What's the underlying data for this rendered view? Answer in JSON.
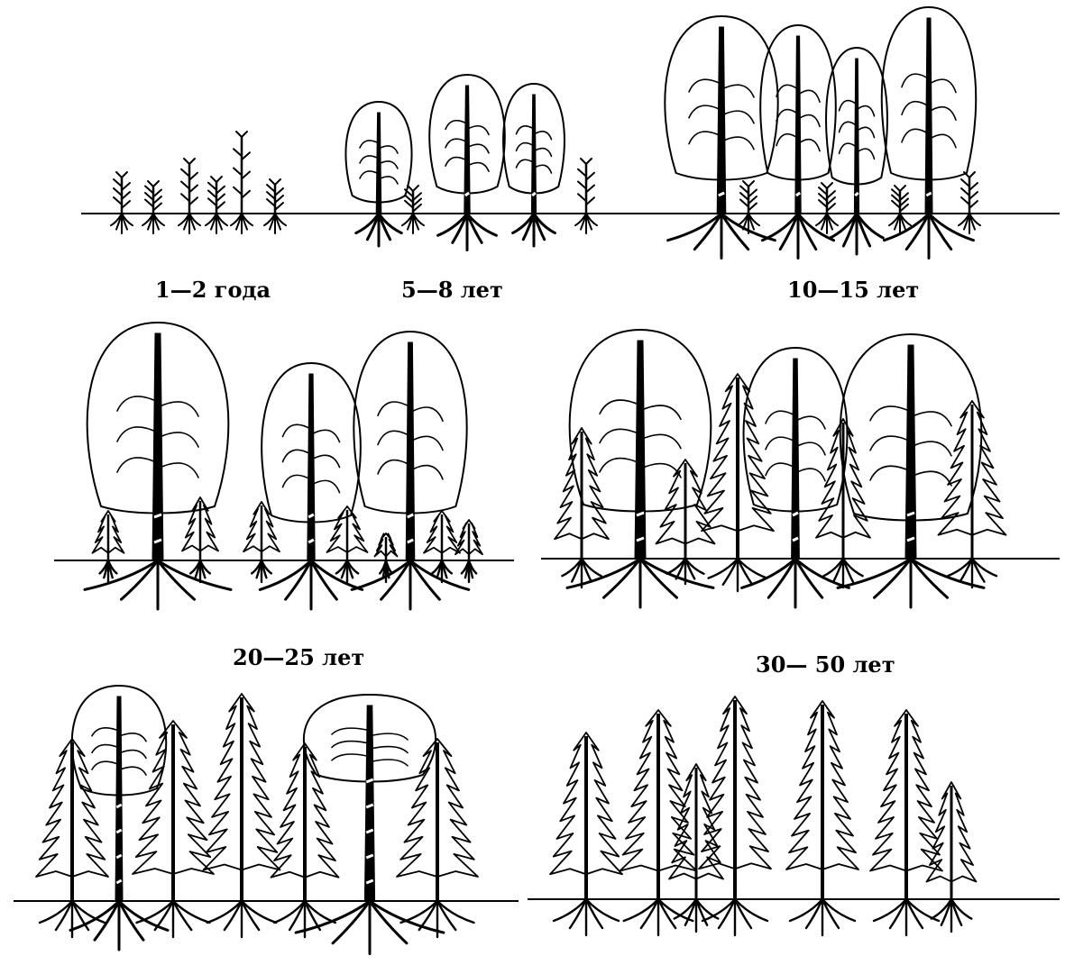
{
  "stages": [
    {
      "label": "1—2 года",
      "composition": "birch-seedlings"
    },
    {
      "label": "5—8 лет",
      "composition": "young-birch"
    },
    {
      "label": "10—15 лет",
      "composition": "birch"
    },
    {
      "label": "20—25 лет",
      "composition": "birch-with-spruce-undergrowth"
    },
    {
      "label": "30— 50 лет",
      "composition": "birch-and-spruce"
    },
    {
      "label": "",
      "composition": "spruce-dominant-with-birch"
    },
    {
      "label": "",
      "composition": "spruce"
    }
  ],
  "colors": {
    "ink": "#000000",
    "background": "#ffffff"
  }
}
